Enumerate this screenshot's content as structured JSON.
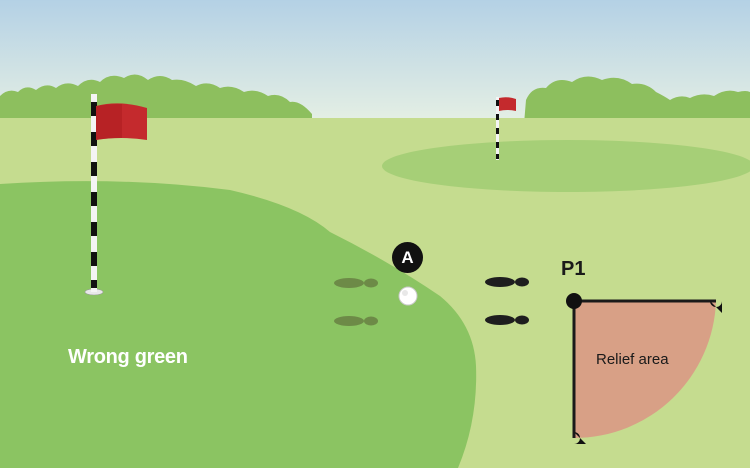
{
  "labels": {
    "wrong_green": "Wrong green",
    "relief_area": "Relief area",
    "point_p1": "P1",
    "ball_marker": "A"
  },
  "colors": {
    "sky_top": "#b7d3e6",
    "sky_bottom": "#e5f0e6",
    "fairway": "#c5dc8f",
    "green": "#8bc462",
    "trees": "#8dbf5e",
    "flag": "#c42a2d",
    "relief_fill": "#d8a086",
    "footprint_on_green": "#6d8a47",
    "footprint_off_green": "#1e1e1e"
  },
  "icons": [
    "flagstick-icon",
    "golf-ball-icon",
    "footprint-icon"
  ]
}
